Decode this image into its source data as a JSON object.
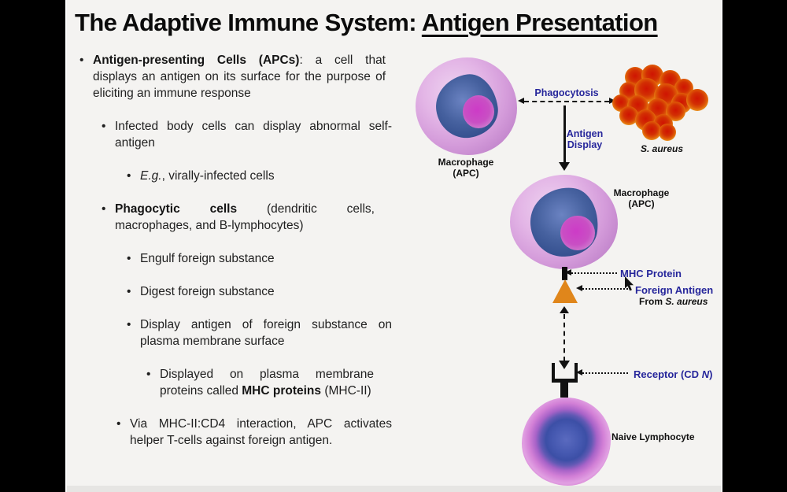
{
  "colors": {
    "frame": "#000000",
    "slide_background": "#f4f3f1",
    "accent_blue": "#26269b",
    "antigen_triangle_orange": "#e0861b",
    "bacteria_orange_red": "#d22f03",
    "macrophage_purple": "#d49bda",
    "nucleus_blue": "#46619f",
    "lymphocyte_pink": "#d27fd6"
  },
  "title": {
    "prefix": "The Adaptive Immune System: ",
    "underlined": "Antigen Presentation"
  },
  "bullets": [
    {
      "level": "l1",
      "segments": [
        {
          "t": "Antigen-presenting Cells (APCs)",
          "b": true
        },
        {
          "t": ": a cell that displays an antigen on its surface for the purpose of eliciting an immune response"
        }
      ]
    },
    {
      "level": "l2",
      "segments": [
        {
          "t": "Infected body cells can display abnormal self-antigen"
        }
      ]
    },
    {
      "level": "l3",
      "segments": [
        {
          "t": "E.g.",
          "i": true
        },
        {
          "t": ", virally-infected cells"
        }
      ]
    },
    {
      "level": "l2n",
      "segments": [
        {
          "t": "Phagocytic cells",
          "b": true
        },
        {
          "t": " (dendritic cells, macrophages, and B-lymphocytes)"
        }
      ]
    },
    {
      "level": "l3",
      "segments": [
        {
          "t": "Engulf foreign substance"
        }
      ]
    },
    {
      "level": "l3",
      "segments": [
        {
          "t": "Digest foreign substance"
        }
      ]
    },
    {
      "level": "l3",
      "segments": [
        {
          "t": "Display antigen of foreign substance on plasma membrane surface"
        }
      ]
    },
    {
      "level": "l4",
      "segments": [
        {
          "t": "Displayed on plasma membrane proteins called "
        },
        {
          "t": "MHC proteins",
          "b": true
        },
        {
          "t": " (MHC-II)"
        }
      ]
    },
    {
      "level": "l3s",
      "segments": [
        {
          "t": "Via MHC-II:CD4 interaction, APC activates helper T-cells against foreign antigen."
        }
      ]
    }
  ],
  "diagram": {
    "phagocytosis": "Phagocytosis",
    "antigen_display": [
      "Antigen",
      "Display"
    ],
    "s_aureus": "S. aureus",
    "macrophage_top": [
      "Macrophage",
      "(APC)"
    ],
    "macrophage_mid": [
      "Macrophage",
      "(APC)"
    ],
    "mhc_protein": "MHC Protein",
    "foreign_antigen": "Foreign Antigen",
    "foreign_from_prefix": "From ",
    "foreign_from_species": "S. aureus",
    "receptor_pre": "Receptor (CD ",
    "receptor_n": "N",
    "receptor_post": ")",
    "naive_lymphocyte": "Naive Lymphocyte"
  }
}
